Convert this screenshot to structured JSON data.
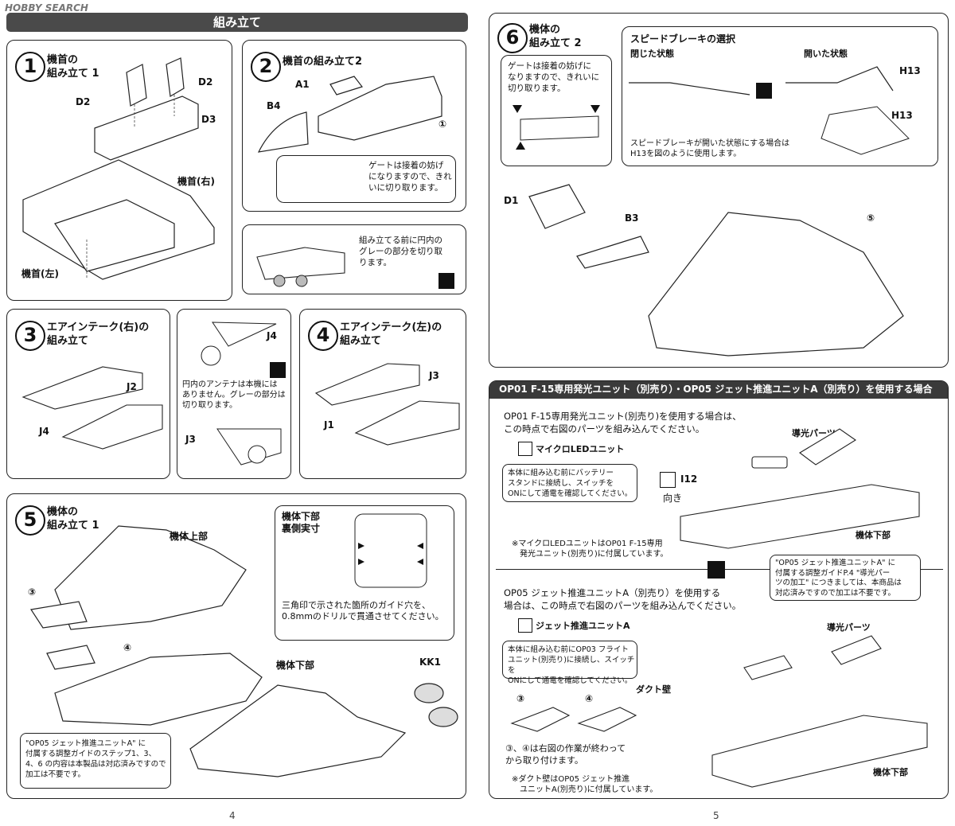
{
  "watermark": "HOBBY SEARCH",
  "left_header": "組み立て",
  "steps": {
    "s1": {
      "num": "1",
      "title": "機首の\n組み立て 1",
      "labels": {
        "d2a": "D2",
        "d2b": "D2",
        "d3": "D3",
        "right": "機首(右)",
        "left": "機首(左)"
      }
    },
    "s2": {
      "num": "2",
      "title": "機首の組み立て2",
      "labels": {
        "a1": "A1",
        "b4": "B4",
        "ref": "①"
      },
      "gate_note": "ゲートは接着の妨げ\nになりますので、きれ\nいに切り取ります。",
      "cut_note": "組み立てる前に円内の\nグレーの部分を切り取\nります。"
    },
    "s3": {
      "num": "3",
      "title": "エアインテーク(右)の\n組み立て",
      "labels": {
        "j2": "J2",
        "j4": "J4"
      }
    },
    "s3b": {
      "labels": {
        "j4": "J4",
        "j3": "J3"
      },
      "note": "円内のアンテナは本機には\nありません。グレーの部分は\n切り取ります。"
    },
    "s4": {
      "num": "4",
      "title": "エアインテーク(左)の\n組み立て",
      "labels": {
        "j3": "J3",
        "j1": "J1"
      }
    },
    "s5": {
      "num": "5",
      "title": "機体の\n組み立て 1",
      "labels": {
        "upper": "機体上部",
        "lower": "機体下部",
        "kk1": "KK1",
        "ref3": "③",
        "ref4": "④"
      },
      "bottom_title": "機体下部\n裏側実寸",
      "drill_note": "三角印で示された箇所のガイド穴を、\n0.8mmのドリルで貫通させてください。",
      "op05_note": "\"OP05 ジェット推進ユニットA\" に\n付属する調整ガイドのステップ1、3、\n4、6 の内容は本製品は対応済みですので\n加工は不要です。"
    },
    "s6": {
      "num": "6",
      "title": "機体の\n組み立て 2",
      "labels": {
        "d1": "D1",
        "b3": "B3",
        "ref5": "⑤"
      },
      "gate_note": "ゲートは接着の妨げに\nなりますので、きれいに\n切り取ります。",
      "brake_title": "スピードブレーキの選択",
      "closed": "閉じた状態",
      "open": "開いた状態",
      "h13a": "H13",
      "h13b": "H13",
      "brake_note": "スピードブレーキが開いた状態にする場合は\nH13を図のように使用します。"
    }
  },
  "op": {
    "bar": "OP01 F-15専用発光ユニット（別売り）・OP05 ジェット推進ユニットA（別売り）を使用する場合",
    "op01_intro": "OP01 F-15専用発光ユニット(別売り)を使用する場合は、\nこの時点で右図のパーツを組み込んでください。",
    "led_label": "マイクロLEDユニット",
    "led_box": "本体に組み込む前にバッテリー\nスタンドに接続し、スイッチを\nONにして通電を確認してください。",
    "i12": "I12",
    "direction": "向き",
    "light_guide": "導光パーツ",
    "lower_body": "機体下部",
    "led_footnote": "※マイクロLEDユニットはOP01 F-15専用\n　発光ユニット(別売り)に付属しています。",
    "op05_box": "\"OP05 ジェット推進ユニットA\" に\n付属する調整ガイドP.4 \"導光パー\nツの加工\" につきましては、本商品は\n対応済みですので加工は不要です。",
    "op05_intro": "OP05 ジェット推進ユニットA（別売り）を使用する\n場合は、この時点で右図のパーツを組み込んでください。",
    "jet_label": "ジェット推進ユニットA",
    "jet_box": "本体に組み込む前にOP03 フライト\nユニット(別売り)に接続し、スイッチを\nONにして通電を確認してください。",
    "light_guide2": "導光パーツ",
    "duct": "ダクト壁",
    "ref3": "③",
    "ref4": "④",
    "after_note": "③、④は右図の作業が終わって\nから取り付けます。",
    "lower_body2": "機体下部",
    "duct_footnote": "※ダクト壁はOP05 ジェット推進\n　ユニットA(別売り)に付属しています。"
  },
  "pages": {
    "left": "4",
    "right": "5"
  }
}
